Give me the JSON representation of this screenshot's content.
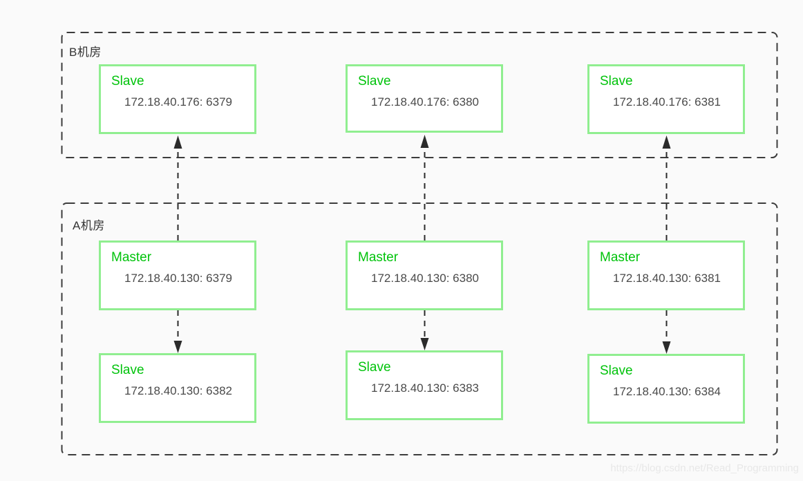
{
  "diagram": {
    "title_hint": "Redis master-slave replication across two datacenters",
    "colors": {
      "background": "#fafafa",
      "node_border": "#90ee90",
      "node_background": "#ffffff",
      "role_text": "#00c30b",
      "address_text": "#4a4a4a",
      "zone_border": "#3c3c3c",
      "zone_label_text": "#333333",
      "arrow": "#2b2b2b",
      "watermark": "#e8e8e8"
    },
    "zones": {
      "b": {
        "label": "B机房",
        "nodes": [
          {
            "role": "Slave",
            "address": "172.18.40.176: 6379"
          },
          {
            "role": "Slave",
            "address": "172.18.40.176: 6380"
          },
          {
            "role": "Slave",
            "address": "172.18.40.176: 6381"
          }
        ]
      },
      "a": {
        "label": "A机房",
        "masters": [
          {
            "role": "Master",
            "address": "172.18.40.130: 6379"
          },
          {
            "role": "Master",
            "address": "172.18.40.130: 6380"
          },
          {
            "role": "Master",
            "address": "172.18.40.130: 6381"
          }
        ],
        "slaves": [
          {
            "role": "Slave",
            "address": "172.18.40.130: 6382"
          },
          {
            "role": "Slave",
            "address": "172.18.40.130: 6383"
          },
          {
            "role": "Slave",
            "address": "172.18.40.130: 6384"
          }
        ]
      }
    },
    "connections": [
      {
        "from": "master-6379",
        "to": "slave-b-6379",
        "direction": "up",
        "style": "dashed"
      },
      {
        "from": "master-6380",
        "to": "slave-b-6380",
        "direction": "up",
        "style": "dashed"
      },
      {
        "from": "master-6381",
        "to": "slave-b-6381",
        "direction": "up",
        "style": "dashed"
      },
      {
        "from": "master-6379",
        "to": "slave-a-6382",
        "direction": "down",
        "style": "dashed"
      },
      {
        "from": "master-6380",
        "to": "slave-a-6383",
        "direction": "down",
        "style": "dashed"
      },
      {
        "from": "master-6381",
        "to": "slave-a-6384",
        "direction": "down",
        "style": "dashed"
      }
    ]
  },
  "watermark": "https://blog.csdn.net/Read_Programming"
}
